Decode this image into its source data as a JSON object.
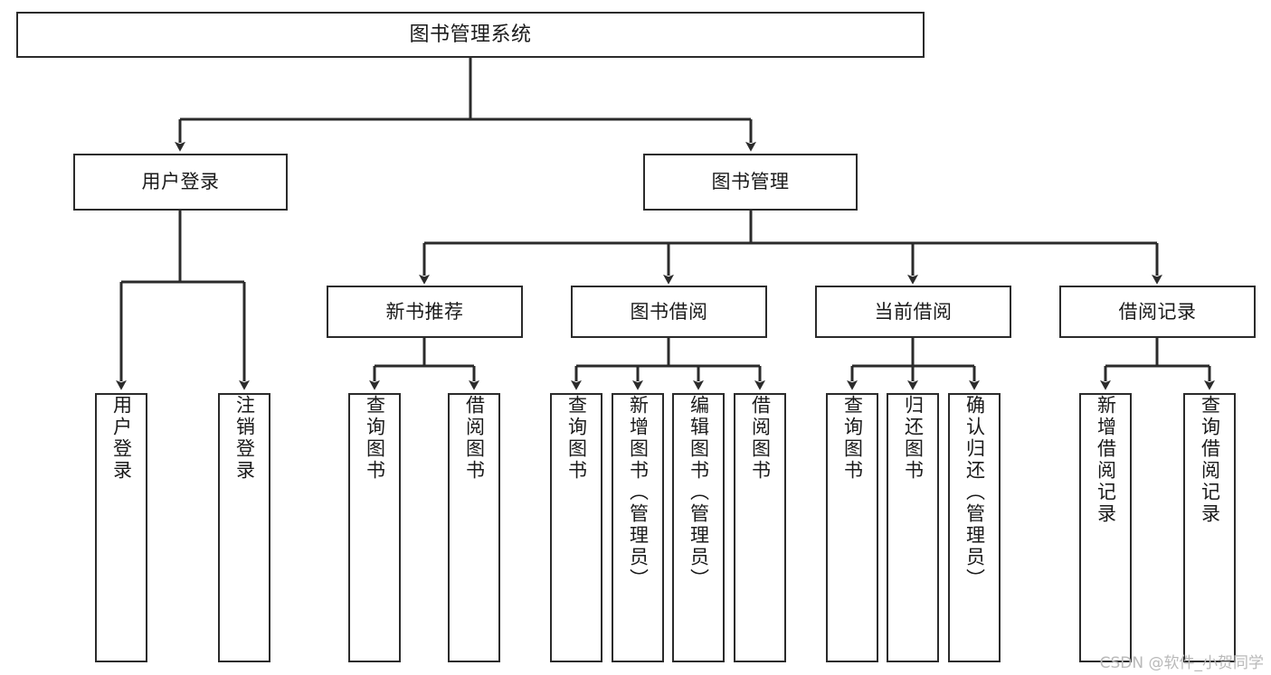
{
  "diagram": {
    "title": "图书管理系统",
    "type": "tree",
    "watermark": "CSDN @软件_小贺同学",
    "colors": {
      "stroke": "#2b2b2b",
      "fill": "#ffffff",
      "text": "#1a1a1a",
      "watermark": "#b9b9b9"
    },
    "nodes": {
      "root": {
        "label": "图书管理系统"
      },
      "level2": [
        {
          "id": "user-login",
          "label": "用户登录"
        },
        {
          "id": "book-manage",
          "label": "图书管理"
        }
      ],
      "level3": [
        {
          "id": "new-book-recommend",
          "label": "新书推荐"
        },
        {
          "id": "book-borrow",
          "label": "图书借阅"
        },
        {
          "id": "current-borrow",
          "label": "当前借阅"
        },
        {
          "id": "borrow-record",
          "label": "借阅记录"
        }
      ],
      "leaves": {
        "user-login": [
          {
            "id": "leaf-user-login",
            "label": "用户登录"
          },
          {
            "id": "leaf-user-logout",
            "label": "注销登录"
          }
        ],
        "new-book-recommend": [
          {
            "id": "leaf-query-book-1",
            "label": "查询图书"
          },
          {
            "id": "leaf-borrow-book-1",
            "label": "借阅图书"
          }
        ],
        "book-borrow": [
          {
            "id": "leaf-query-book-2",
            "label": "查询图书"
          },
          {
            "id": "leaf-add-book",
            "label": "新增图书（管理员）"
          },
          {
            "id": "leaf-edit-book",
            "label": "编辑图书（管理员）"
          },
          {
            "id": "leaf-borrow-book-2",
            "label": "借阅图书"
          }
        ],
        "current-borrow": [
          {
            "id": "leaf-query-book-3",
            "label": "查询图书"
          },
          {
            "id": "leaf-return-book",
            "label": "归还图书"
          },
          {
            "id": "leaf-confirm-return",
            "label": "确认归还（管理员）"
          }
        ],
        "borrow-record": [
          {
            "id": "leaf-add-record",
            "label": "新增借阅记录"
          },
          {
            "id": "leaf-query-record",
            "label": "查询借阅记录"
          }
        ]
      }
    }
  }
}
